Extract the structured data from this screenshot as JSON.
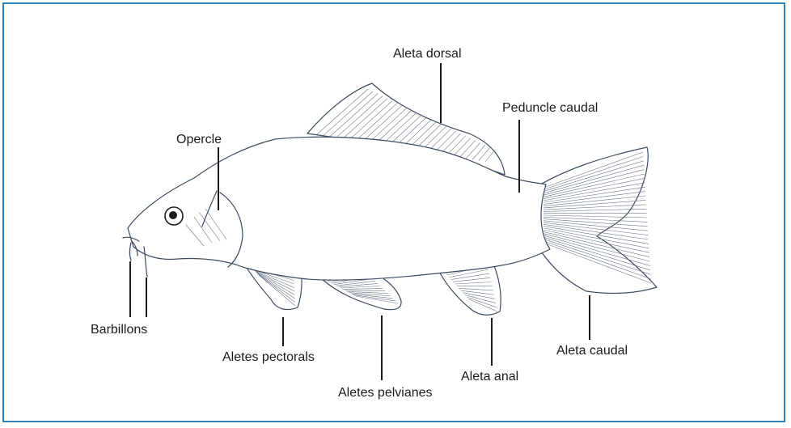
{
  "labels": {
    "aleta_dorsal": "Aleta dorsal",
    "peduncle_caudal": "Peduncle caudal",
    "opercle": "Opercle",
    "barbillons": "Barbillons",
    "aletes_pectorals": "Aletes pectorals",
    "aletes_pelvianes": "Aletes pelvianes",
    "aleta_anal": "Aleta anal",
    "aleta_caudal": "Aleta caudal"
  },
  "colors": {
    "frame": "#2a86b5",
    "ink": "#3c4b63",
    "text": "#1b1b1b"
  }
}
